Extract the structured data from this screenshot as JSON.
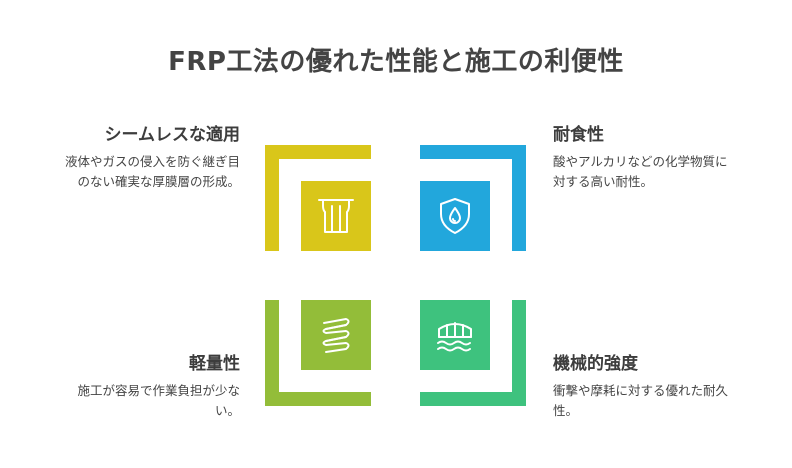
{
  "title": "FRP工法の優れた性能と施工の利便性",
  "colors": {
    "yellow": "#d9c61a",
    "blue": "#22a7dc",
    "lime": "#93bd39",
    "green": "#3ec27e",
    "icon_stroke": "#ffffff"
  },
  "quadrants": {
    "top_left": {
      "heading": "シームレスな適用",
      "desc_line1": "液体やガスの侵入を防ぐ継ぎ目",
      "desc_line2": "のない確実な厚膜層の形成。",
      "icon": "curtain-icon"
    },
    "top_right": {
      "heading": "耐食性",
      "desc_line1": "酸やアルカリなどの化学物質に",
      "desc_line2": "対する高い耐性。",
      "icon": "shield-drop-icon"
    },
    "bottom_left": {
      "heading": "軽量性",
      "desc_line1": "施工が容易で作業負担が少な",
      "desc_line2": "い。",
      "icon": "spring-icon"
    },
    "bottom_right": {
      "heading": "機械的強度",
      "desc_line1": "衝撃や摩耗に対する優れた耐久",
      "desc_line2": "性。",
      "icon": "bridge-icon"
    }
  }
}
